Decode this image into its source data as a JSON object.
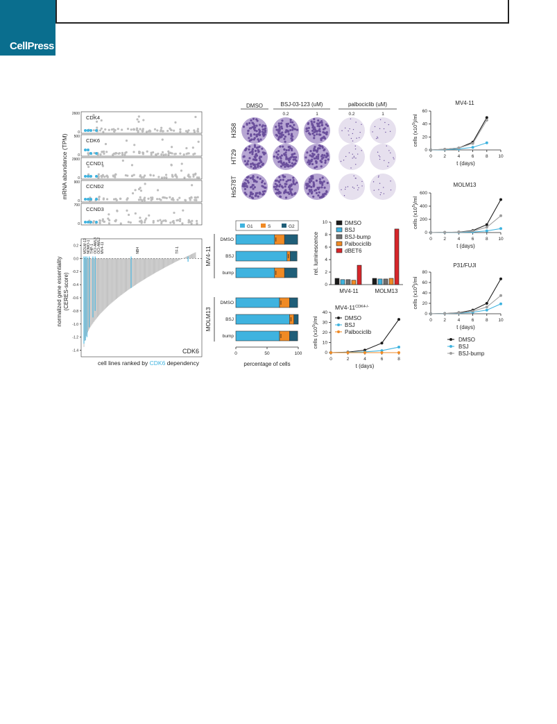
{
  "header": {
    "brand": "CellPress"
  },
  "colors": {
    "blue": "#3fb3df",
    "grey": "#bdbdbd",
    "dark": "#1b1b1b",
    "teal": "#1f5e78",
    "orange": "#f08a24",
    "red": "#d6262a",
    "plate": "#6a4f9c"
  },
  "panel_a": {
    "ylabel": "mRNA abundance (TPM)",
    "rows": [
      {
        "gene": "CDK4",
        "max": "2600"
      },
      {
        "gene": "CDK6",
        "max": "500"
      },
      {
        "gene": "CCND1",
        "max": "2900"
      },
      {
        "gene": "CCND2",
        "max": "900"
      },
      {
        "gene": "CCND3",
        "max": "700"
      }
    ],
    "zero": "0"
  },
  "panel_b": {
    "ylabel1": "normalized gene essentiality",
    "ylabel2": "(CERES-score)",
    "corner": "CDK6",
    "xlabel_pre": "cell lines ranked by ",
    "xlabel_hl": "CDK6",
    "xlabel_post": " dependency",
    "ticks": [
      "0.2",
      "0.0",
      "-0.2",
      "-0.4",
      "-0.6",
      "-0.8",
      "-1.0",
      "-1.2",
      "-1.4"
    ],
    "labels": [
      "MOLM-13",
      "NOMO-1",
      "THP-1",
      "OCI-AML3",
      "OCI-AML2",
      "MV4-11",
      "NB4",
      "TF-1"
    ]
  },
  "panel_c": {
    "cols": [
      "DMSO",
      "BSJ-03-123 (uM)",
      "palbociclib (uM)"
    ],
    "doses": [
      "0.2",
      "1",
      "0.2",
      "1"
    ],
    "rows": [
      "H358",
      "HT29",
      "Hs578T"
    ]
  },
  "chart_data": [
    {
      "type": "bar",
      "id": "cell-cycle",
      "title": "",
      "legend": [
        "G1",
        "S",
        "G2"
      ],
      "groups": [
        "MV4-11",
        "MOLM13"
      ],
      "categories": [
        "DMSO",
        "BSJ",
        "bump",
        "DMSO",
        "BSJ",
        "bump"
      ],
      "series": [
        {
          "name": "G1",
          "values": [
            62,
            82,
            62,
            70,
            86,
            70
          ]
        },
        {
          "name": "S",
          "values": [
            16,
            5,
            16,
            16,
            7,
            16
          ]
        },
        {
          "name": "G2",
          "values": [
            21,
            11,
            20,
            13,
            7,
            13
          ]
        }
      ],
      "xlabel": "percentage of cells",
      "xticks": [
        "0",
        "50",
        "100"
      ],
      "xlim": [
        0,
        100
      ]
    },
    {
      "type": "bar",
      "id": "luminescence",
      "title": "",
      "ylabel": "rel. luminescence",
      "categories": [
        "MV4-11",
        "MOLM13"
      ],
      "series": [
        {
          "name": "DMSO",
          "values": [
            1.0,
            1.0
          ]
        },
        {
          "name": "BSJ",
          "values": [
            0.8,
            0.9
          ]
        },
        {
          "name": "BSJ-bump",
          "values": [
            0.8,
            0.9
          ]
        },
        {
          "name": "Palbociclib",
          "values": [
            0.7,
            1.0
          ]
        },
        {
          "name": "dBET6",
          "values": [
            3.1,
            8.9
          ]
        }
      ],
      "yticks": [
        "0",
        "2",
        "4",
        "6",
        "8",
        "10"
      ],
      "ylim": [
        0,
        10
      ]
    },
    {
      "type": "line",
      "id": "mv411-ko",
      "title": "MV4-11",
      "title_sup": "CDK4-/-",
      "ylabel": "cells (x10",
      "ylabel_sup": "5",
      "ylabel_post": ")/ml",
      "xlabel": "t (days)",
      "x": [
        0,
        2,
        4,
        6,
        8
      ],
      "xlim": [
        0,
        8
      ],
      "ylim": [
        0,
        40
      ],
      "xticks": [
        "0",
        "2",
        "4",
        "6",
        "8"
      ],
      "yticks": [
        "0",
        "10",
        "20",
        "30",
        "40"
      ],
      "series": [
        {
          "name": "DMSO",
          "values": [
            0,
            0.5,
            2.5,
            9.5,
            33
          ]
        },
        {
          "name": "BSJ",
          "values": [
            0,
            0.2,
            0.7,
            2,
            5.5
          ]
        },
        {
          "name": "Palbociclib",
          "values": [
            0,
            0,
            0,
            0,
            0
          ]
        }
      ]
    },
    {
      "type": "line",
      "id": "mv411",
      "title": "MV4-11",
      "ylabel": "cells (x10",
      "ylabel_sup": "5",
      "ylabel_post": ")/ml",
      "xlabel": "t (days)",
      "x": [
        0,
        2,
        4,
        6,
        8
      ],
      "xlim": [
        0,
        10
      ],
      "ylim": [
        0,
        60
      ],
      "xticks": [
        "0",
        "2",
        "4",
        "6",
        "8",
        "10"
      ],
      "yticks": [
        "0",
        "20",
        "40",
        "60"
      ],
      "series": [
        {
          "name": "DMSO",
          "values": [
            0,
            1,
            3,
            12,
            50
          ]
        },
        {
          "name": "BSJ",
          "values": [
            0,
            0.5,
            1.5,
            4,
            11
          ]
        },
        {
          "name": "BSJ-bump",
          "values": [
            0,
            1,
            3,
            10,
            46
          ]
        }
      ]
    },
    {
      "type": "line",
      "id": "molm13",
      "title": "MOLM13",
      "ylabel": "cells (x10",
      "ylabel_sup": "5",
      "ylabel_post": ")/ml",
      "xlabel": "t (days)",
      "x": [
        0,
        2,
        4,
        6,
        8,
        10
      ],
      "xlim": [
        0,
        10
      ],
      "ylim": [
        0,
        600
      ],
      "xticks": [
        "0",
        "2",
        "4",
        "6",
        "8",
        "10"
      ],
      "yticks": [
        "0",
        "200",
        "400",
        "600"
      ],
      "series": [
        {
          "name": "DMSO",
          "values": [
            0,
            2,
            8,
            30,
            120,
            500
          ]
        },
        {
          "name": "BSJ",
          "values": [
            0,
            1,
            3,
            8,
            25,
            60
          ]
        },
        {
          "name": "BSJ-bump",
          "values": [
            0,
            2,
            6,
            22,
            80,
            255
          ]
        }
      ]
    },
    {
      "type": "line",
      "id": "p31fuji",
      "title": "P31/FUJI",
      "ylabel": "cells (x10",
      "ylabel_sup": "5",
      "ylabel_post": ")/ml",
      "xlabel": "t (days)",
      "x": [
        0,
        2,
        4,
        6,
        8,
        10
      ],
      "xlim": [
        0,
        10
      ],
      "ylim": [
        0,
        80
      ],
      "xticks": [
        "0",
        "2",
        "4",
        "6",
        "8",
        "10"
      ],
      "yticks": [
        "0",
        "20",
        "40",
        "60",
        "80"
      ],
      "series": [
        {
          "name": "DMSO",
          "values": [
            0,
            0.5,
            2,
            7,
            20,
            67
          ]
        },
        {
          "name": "BSJ",
          "values": [
            0,
            0.3,
            1,
            3,
            7,
            19
          ]
        },
        {
          "name": "BSJ-bump",
          "values": [
            0,
            0.4,
            1.5,
            5,
            13,
            35
          ]
        }
      ]
    }
  ],
  "legend_bottom": [
    "DMSO",
    "BSJ",
    "BSJ-bump"
  ]
}
